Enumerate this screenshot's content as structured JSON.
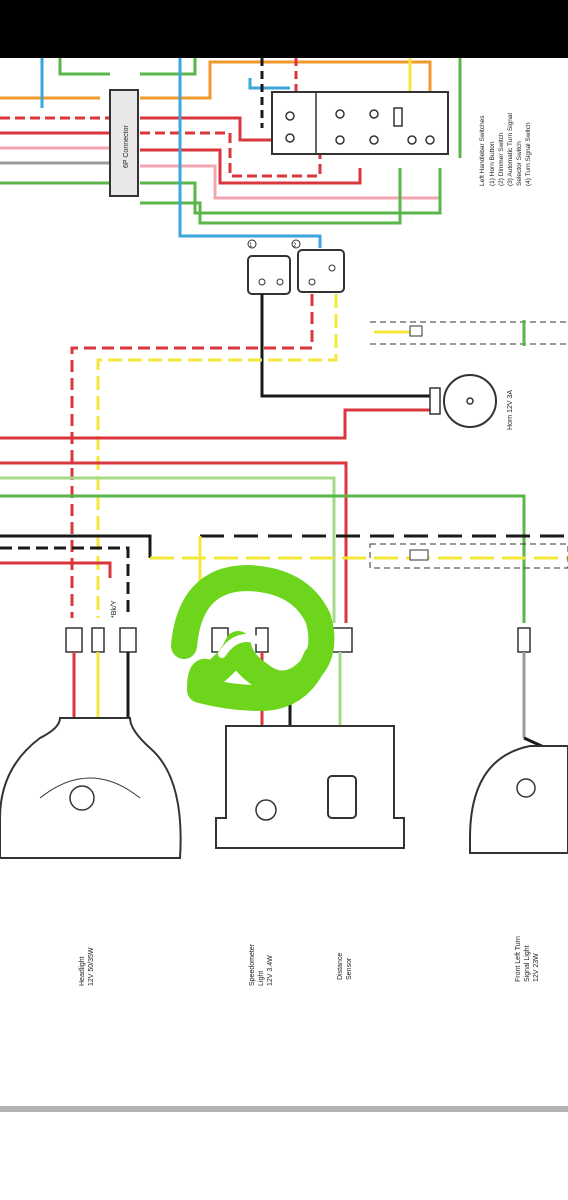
{
  "diagram": {
    "connector_label": "6P Connector",
    "handlebar_title": "Left Handlebar Switches",
    "handlebar_items": [
      "(1) Horn Button",
      "(2) Dimmer Switch",
      "(3) Automatic Turn Signal",
      "Selector Switch",
      "(4) Turn Signal Switch"
    ],
    "horn_label": "Horn 12V 3A",
    "wire_code": "*Bk/Y",
    "switch_numbers": [
      "1",
      "2"
    ],
    "components": [
      {
        "line1": "Headlight",
        "line2": "12V 50/35W",
        "line3": ""
      },
      {
        "line1": "Speedometer",
        "line2": "Light",
        "line3": "12V 3.4W"
      },
      {
        "line1": "Distance",
        "line2": "Sensor",
        "line3": ""
      },
      {
        "line1": "Front Left Turn",
        "line2": "Signal Light",
        "line3": "12V 23W"
      }
    ],
    "colors": {
      "red": "#d9363e",
      "black": "#1a1a1a",
      "yellow": "#f5e63a",
      "green": "#5ab54a",
      "light_green": "#a6d98a",
      "orange": "#f29a2e",
      "blue": "#3aa6dc",
      "pink": "#f4a6b0",
      "gray": "#9a9a9a",
      "annotation_green": "#6dd61c"
    }
  }
}
